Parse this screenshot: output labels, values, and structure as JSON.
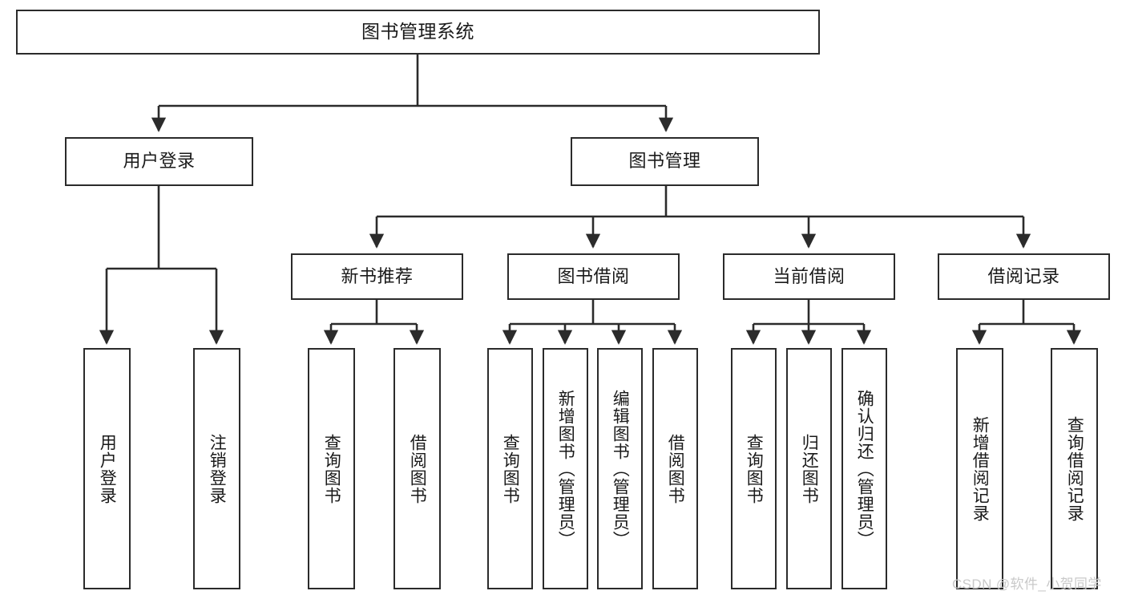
{
  "diagram": {
    "type": "tree-hierarchy",
    "title": "图书管理系统",
    "theme": {
      "background": "#ffffff",
      "box_border": "#2b2b2b",
      "box_fill": "#ffffff",
      "connector": "#2b2b2b",
      "text": "#1a1a1a",
      "watermark": "#c9c9c9"
    },
    "root": {
      "label": "图书管理系统"
    },
    "level2": [
      {
        "label": "用户登录"
      },
      {
        "label": "图书管理"
      }
    ],
    "level3": [
      {
        "label": "新书推荐"
      },
      {
        "label": "图书借阅"
      },
      {
        "label": "当前借阅"
      },
      {
        "label": "借阅记录"
      }
    ],
    "leaves": {
      "user_login": [
        {
          "label": "用户登录"
        },
        {
          "label": "注销登录"
        }
      ],
      "new_book_recommend": [
        {
          "label": "查询图书"
        },
        {
          "label": "借阅图书"
        }
      ],
      "book_borrow": [
        {
          "label": "查询图书"
        },
        {
          "label": "新增图书（管理员）"
        },
        {
          "label": "编辑图书（管理员）"
        },
        {
          "label": "借阅图书"
        }
      ],
      "current_borrow": [
        {
          "label": "查询图书"
        },
        {
          "label": "归还图书"
        },
        {
          "label": "确认归还（管理员）"
        }
      ],
      "borrow_record": [
        {
          "label": "新增借阅记录"
        },
        {
          "label": "查询借阅记录"
        }
      ]
    },
    "watermark": "CSDN @软件_小贺同学"
  }
}
